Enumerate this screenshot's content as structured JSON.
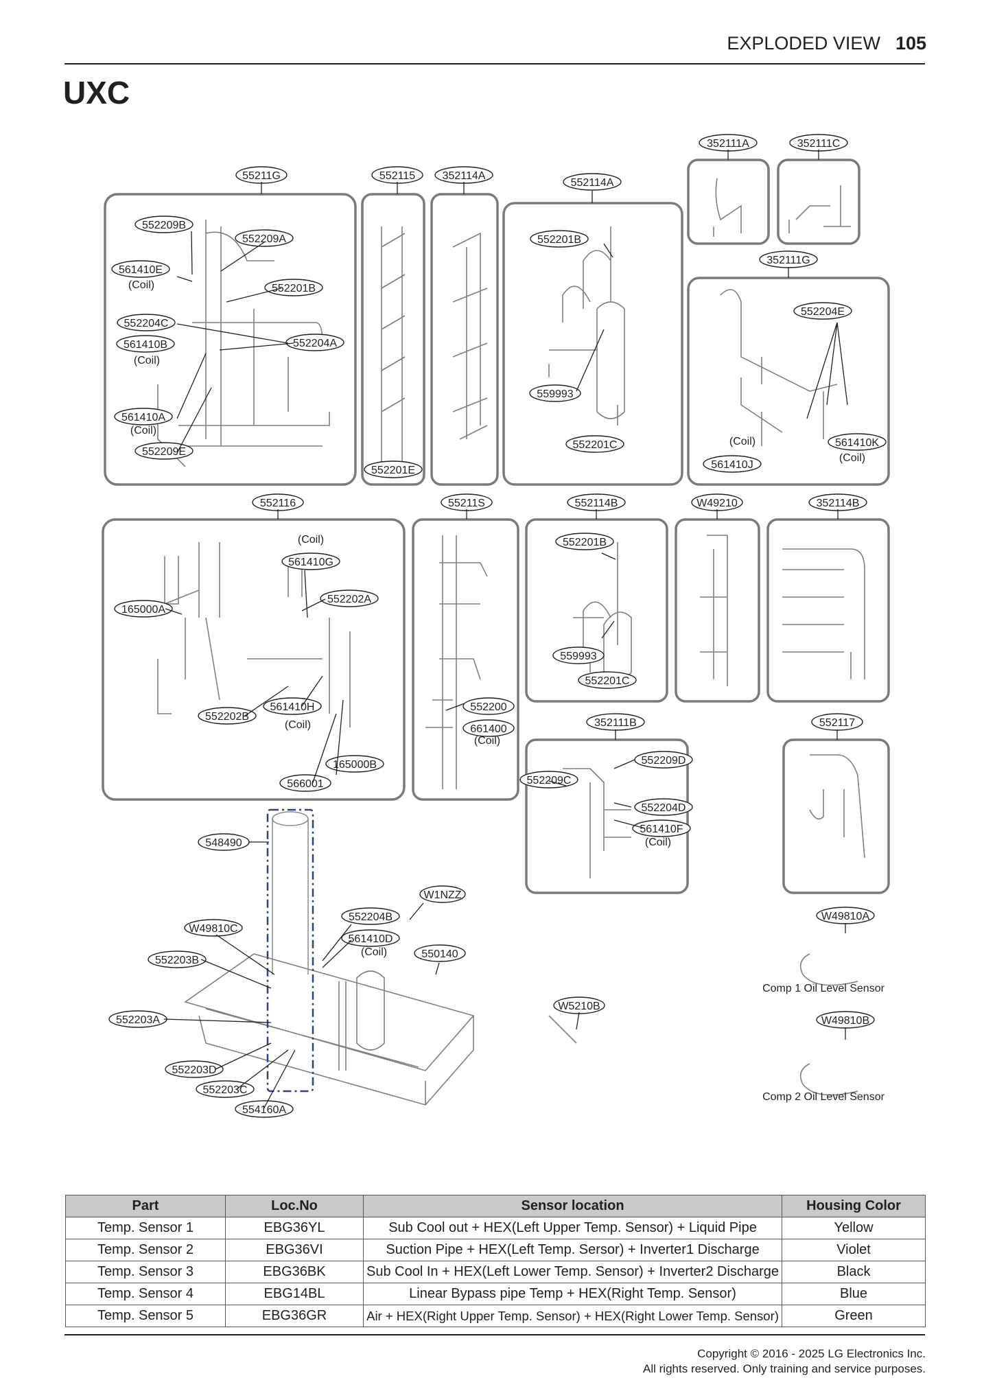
{
  "header": {
    "section": "EXPLODED VIEW",
    "page_number": "105"
  },
  "title": "UXC",
  "group_labels": [
    "55211G",
    "552115",
    "352114A",
    "552114A",
    "352111A",
    "352111C",
    "352111G",
    "552116",
    "55211S",
    "552114B",
    "W49210",
    "352114B",
    "352111B",
    "552117"
  ],
  "callouts": [
    {
      "id": "552209B"
    },
    {
      "id": "552209A"
    },
    {
      "id": "561410E",
      "note": "(Coil)"
    },
    {
      "id": "552201B"
    },
    {
      "id": "552204C"
    },
    {
      "id": "561410B",
      "note": "(Coil)"
    },
    {
      "id": "552204A"
    },
    {
      "id": "561410A",
      "note": "(Coil)"
    },
    {
      "id": "552209E"
    },
    {
      "id": "552201E"
    },
    {
      "id": "552201B"
    },
    {
      "id": "559993"
    },
    {
      "id": "552201C"
    },
    {
      "id": "552204E"
    },
    {
      "id": "561410K",
      "note": "(Coil)"
    },
    {
      "id": "561410J",
      "note": "(Coil)"
    },
    {
      "id": "561410G",
      "note": "(Coil)"
    },
    {
      "id": "552202A"
    },
    {
      "id": "165000A"
    },
    {
      "id": "552202B"
    },
    {
      "id": "561410H",
      "note": "(Coil)"
    },
    {
      "id": "165000B"
    },
    {
      "id": "566001"
    },
    {
      "id": "552200"
    },
    {
      "id": "661400",
      "note": "(Coil)"
    },
    {
      "id": "552201B"
    },
    {
      "id": "559993"
    },
    {
      "id": "552201C"
    },
    {
      "id": "552209D"
    },
    {
      "id": "552209C"
    },
    {
      "id": "552204D"
    },
    {
      "id": "561410F",
      "note": "(Coil)"
    },
    {
      "id": "548490"
    },
    {
      "id": "W1NZZ"
    },
    {
      "id": "552204B"
    },
    {
      "id": "561410D",
      "note": "(Coil)"
    },
    {
      "id": "550140"
    },
    {
      "id": "W49810C"
    },
    {
      "id": "552203B"
    },
    {
      "id": "552203A"
    },
    {
      "id": "552203D"
    },
    {
      "id": "552203C"
    },
    {
      "id": "554160A"
    },
    {
      "id": "W5210B"
    },
    {
      "id": "W49810A"
    },
    {
      "id": "W49810B"
    }
  ],
  "sensor_captions": [
    "Comp 1 Oil Level Sensor",
    "Comp 2 Oil Level Sensor"
  ],
  "table": {
    "headers": [
      "Part",
      "Loc.No",
      "Sensor location",
      "Housing Color"
    ],
    "rows": [
      [
        "Temp. Sensor 1",
        "EBG36YL",
        "Sub Cool out + HEX(Left Upper Temp. Sensor) + Liquid Pipe",
        "Yellow"
      ],
      [
        "Temp. Sensor 2",
        "EBG36VI",
        "Suction Pipe + HEX(Left Temp. Sersor) + Inverter1 Discharge",
        "Violet"
      ],
      [
        "Temp. Sensor 3",
        "EBG36BK",
        "Sub Cool In + HEX(Left Lower Temp. Sensor) + Inverter2 Discharge",
        "Black"
      ],
      [
        "Temp. Sensor 4",
        "EBG14BL",
        "Linear Bypass pipe Temp + HEX(Right Temp. Sensor)",
        "Blue"
      ],
      [
        "Temp. Sensor 5",
        "EBG36GR",
        "Air + HEX(Right Upper Temp. Sensor) + HEX(Right Lower Temp. Sensor)",
        "Green"
      ]
    ]
  },
  "footer": {
    "line1": "Copyright © 2016 - 2025 LG Electronics Inc.",
    "line2": "All rights reserved. Only training and service purposes."
  }
}
